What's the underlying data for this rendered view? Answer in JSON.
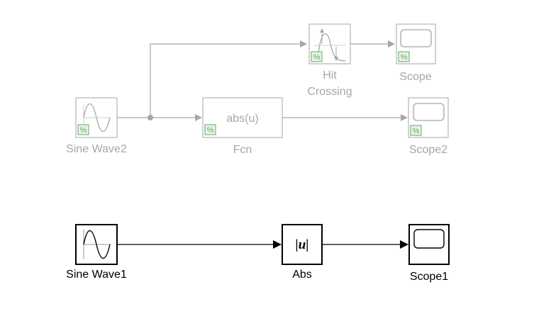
{
  "colors": {
    "commented_out": "#a6a6a6",
    "active": "#000000",
    "badge_green": "#5fa85f",
    "badge_bg": "#e8f4e8"
  },
  "blocks": {
    "sine_wave2": {
      "label": "Sine Wave2",
      "icon": "sine-wave-icon",
      "commented_out": true
    },
    "hit_crossing": {
      "label_line1": "Hit",
      "label_line2": "Crossing",
      "icon": "hit-crossing-icon",
      "commented_out": true
    },
    "scope": {
      "label": "Scope",
      "icon": "scope-icon",
      "commented_out": true
    },
    "fcn": {
      "label": "Fcn",
      "expression": "abs(u)",
      "commented_out": true
    },
    "scope2": {
      "label": "Scope2",
      "icon": "scope-icon",
      "commented_out": true
    },
    "sine_wave1": {
      "label": "Sine Wave1",
      "icon": "sine-wave-icon",
      "commented_out": false
    },
    "abs": {
      "label": "Abs",
      "glyph": "|u|",
      "commented_out": false
    },
    "scope1": {
      "label": "Scope1",
      "icon": "scope-icon",
      "commented_out": false
    }
  },
  "badge_symbol": "%"
}
